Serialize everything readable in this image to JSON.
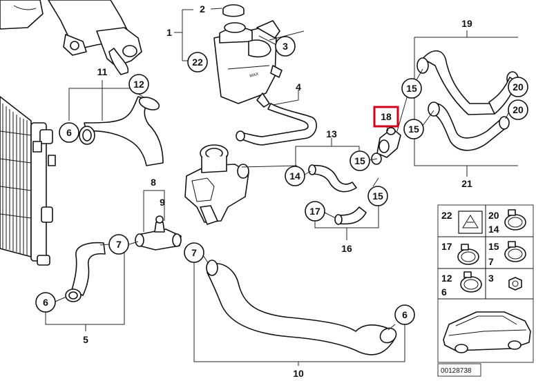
{
  "callouts": {
    "c1": "1",
    "c2": "2",
    "c3": "3",
    "c4": "4",
    "c5": "5",
    "c6a": "6",
    "c6b": "6",
    "c6c": "6",
    "c7a": "7",
    "c7b": "7",
    "c8": "8",
    "c9": "9",
    "c10": "10",
    "c11": "11",
    "c12": "12",
    "c13": "13",
    "c14": "14",
    "c15a": "15",
    "c15b": "15",
    "c15c": "15",
    "c15d": "15",
    "c16": "16",
    "c17": "17",
    "c18": "18",
    "c19": "19",
    "c20a": "20",
    "c20b": "20",
    "c21": "21",
    "c22": "22"
  },
  "legend": {
    "r1a": "22",
    "r1b": "20",
    "r1c": "14",
    "r2a": "17",
    "r2b": "15",
    "r2c": "7",
    "r3a": "12",
    "r3b": "6",
    "r3c": "3"
  },
  "footer": {
    "code": "00128738"
  },
  "colors": {
    "highlight": "#d0021b",
    "line": "#111111"
  }
}
